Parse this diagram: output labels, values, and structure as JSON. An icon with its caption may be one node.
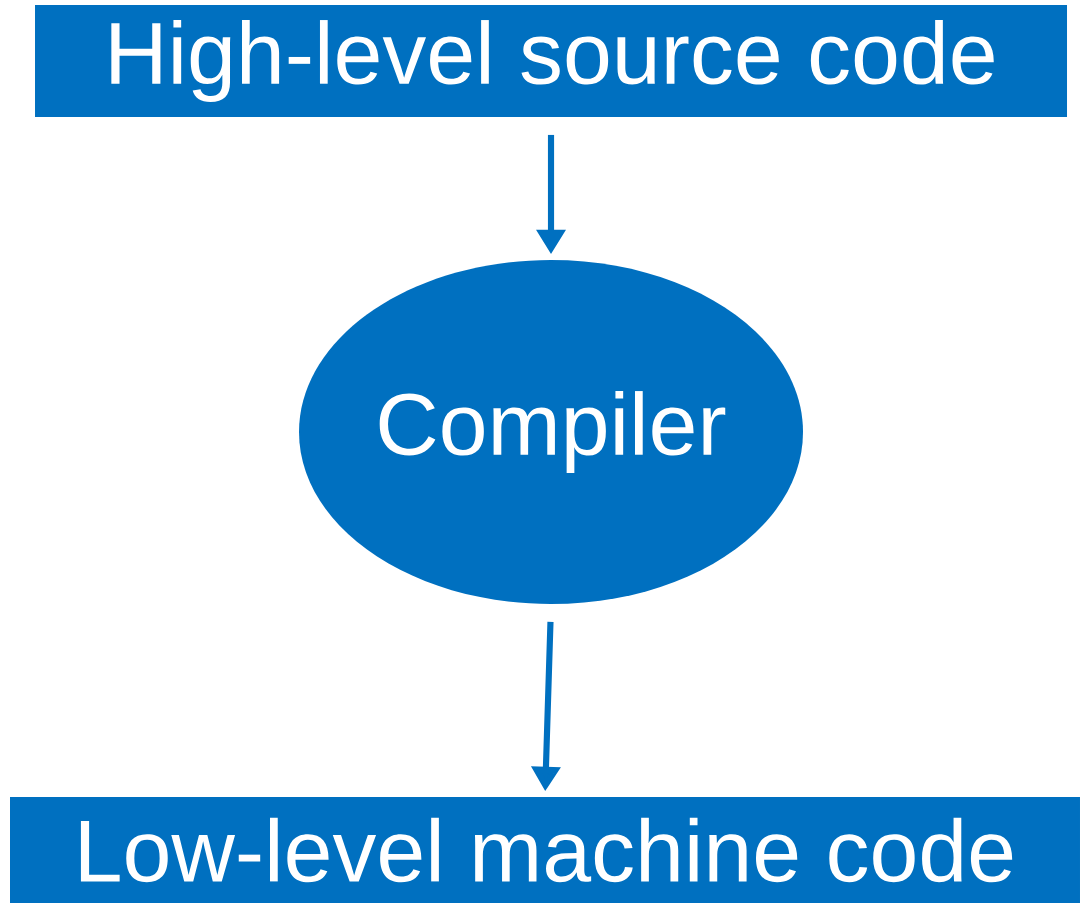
{
  "diagram": {
    "nodes": [
      {
        "text": [
          "High-level source code"
        ]
      },
      {
        "text": [
          "Compiler"
        ]
      },
      {
        "text": [
          "Low-level machine code"
        ]
      }
    ],
    "edges": [
      {
        "from": 0,
        "to": 1,
        "arrow": "to"
      },
      {
        "from": 1,
        "to": 2,
        "arrow": "to"
      }
    ]
  }
}
